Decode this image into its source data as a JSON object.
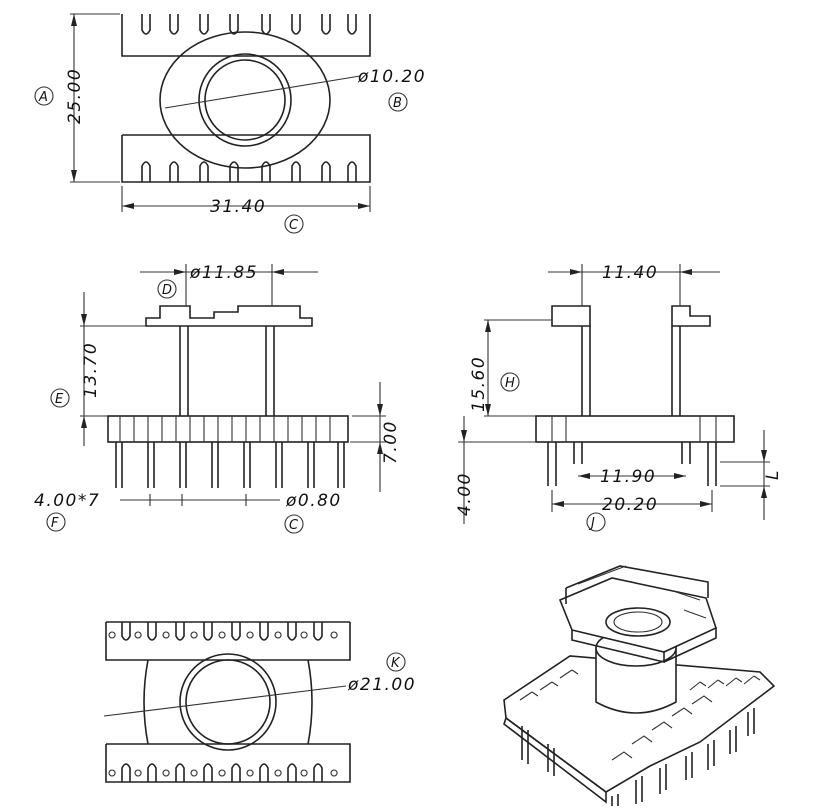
{
  "dimensions": {
    "height_A": "25.00",
    "bore_B": "ø10.20",
    "width_C": "31.40",
    "flange_D": "ø11.85",
    "height_E": "13.70",
    "pins_base": "7.00",
    "pin_pitch_F": "4.00*7",
    "pin_dia": "ø0.80",
    "width_top_side": "11.40",
    "height_H": "15.60",
    "pin_len_side": "4.00",
    "inner_side": "11.90",
    "overall_J": "20.20",
    "bottom_K": "ø21.00"
  },
  "labels": {
    "A": "A",
    "B": "B",
    "C1": "C",
    "D": "D",
    "E": "E",
    "F": "F",
    "C2": "C",
    "H": "H",
    "J": "J",
    "K": "K",
    "L": "L"
  }
}
